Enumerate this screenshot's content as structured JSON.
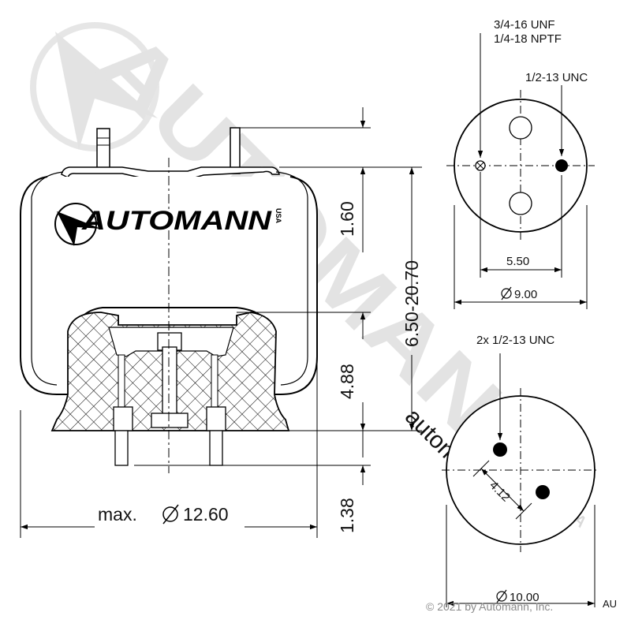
{
  "watermark": {
    "brand_large": "AUTOMANN",
    "url": "automann.com",
    "usa_mark": "USA",
    "color": "#e3e3e3"
  },
  "logo": {
    "brand": "AUTOMANN",
    "usa_mark": "USA"
  },
  "dimensions": {
    "height_top": "1.60",
    "height_range": "6.50-20.70",
    "piston_height": "4.88",
    "bottom_stud": "1.38",
    "max_diameter_prefix": "max.",
    "max_diameter": "12.60"
  },
  "top_plate": {
    "thread_1": "3/4-16 UNF",
    "thread_2": "1/4-18 NPTF",
    "thread_3": "1/2-13 UNC",
    "stud_spacing": "5.50",
    "diameter": "9.00"
  },
  "bottom_plate": {
    "thread": "2x 1/2-13 UNC",
    "stud_spacing": "4.12",
    "diameter": "10.00"
  },
  "footer": {
    "copyright": "© 2021 by Automann, Inc.",
    "code": "AU"
  },
  "colors": {
    "line": "#000000",
    "watermark": "#e3e3e3",
    "text": "#111111"
  }
}
